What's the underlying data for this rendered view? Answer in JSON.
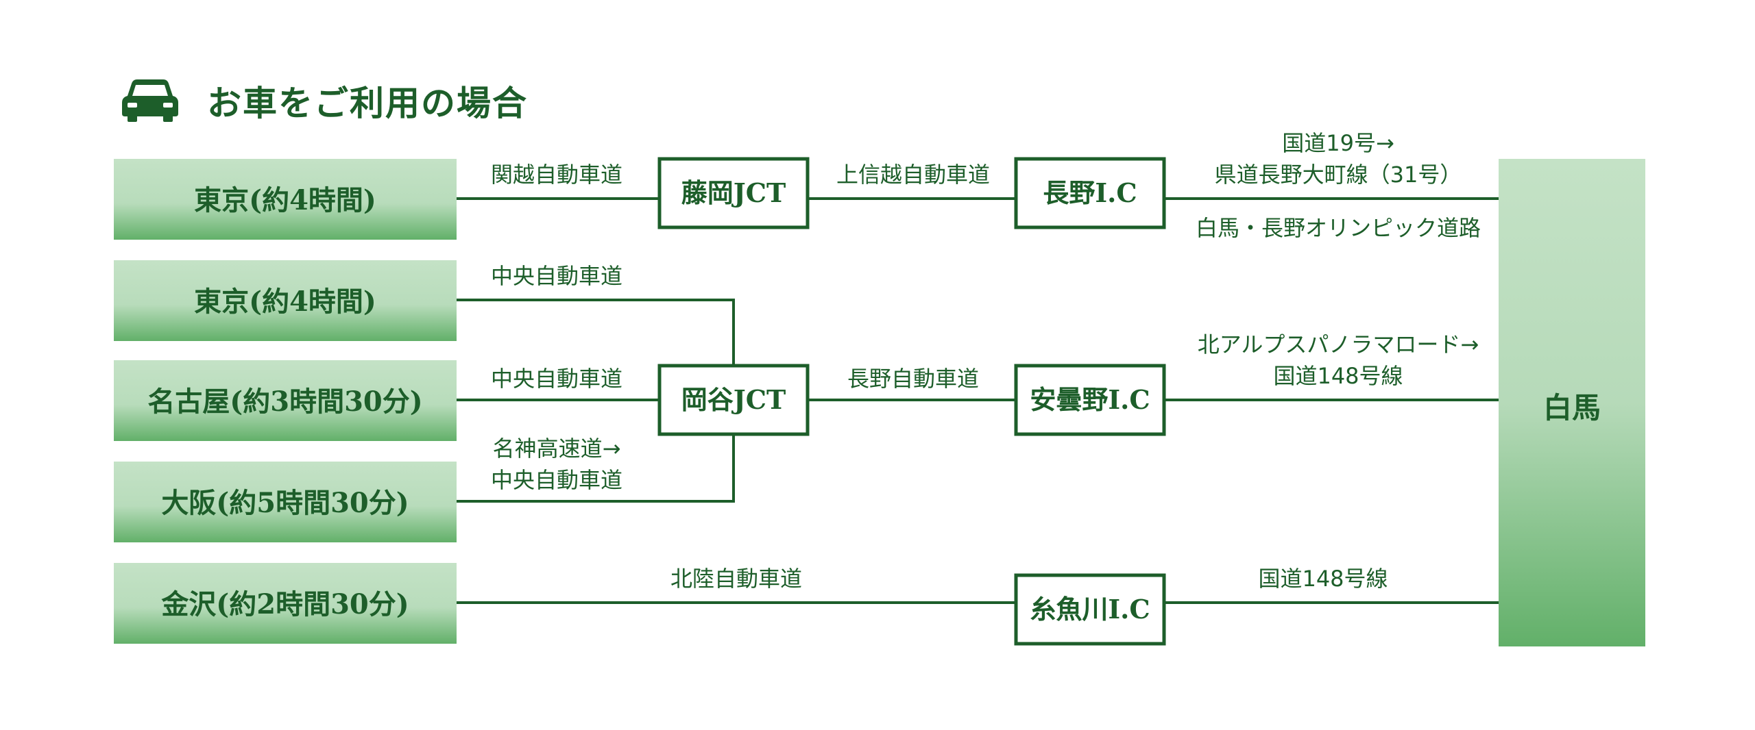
{
  "header": {
    "icon": "car-icon",
    "title": "お車をご利用の場合"
  },
  "colors": {
    "line": "#1d5e2a",
    "box_top": "#c4e2c6",
    "box_bottom": "#62b069",
    "text": "#1d5e2a"
  },
  "origins": [
    {
      "label": "東京(約4時間)"
    },
    {
      "label": "東京(約4時間)"
    },
    {
      "label": "名古屋(約3時間30分)"
    },
    {
      "label": "大阪(約5時間30分)"
    },
    {
      "label": "金沢(約2時間30分)"
    }
  ],
  "nodes": {
    "fujioka": "藤岡JCT",
    "okaya": "岡谷JCT",
    "nagano_ic": "長野I.C",
    "azumino_ic": "安曇野I.C",
    "itoigawa_ic": "糸魚川I.C"
  },
  "destination": "白馬",
  "routes": {
    "kanetsu": "関越自動車道",
    "joshinetsu": "上信越自動車道",
    "nagano_to_hakuba_line1": "国道19号→",
    "nagano_to_hakuba_line2": "県道長野大町線（31号）",
    "nagano_to_hakuba_line3": "白馬・長野オリンピック道路",
    "chuo_1": "中央自動車道",
    "chuo_2": "中央自動車道",
    "meishin_line1": "名神高速道→",
    "meishin_line2": "中央自動車道",
    "nagano_expressway": "長野自動車道",
    "azumino_to_hakuba_line1": "北アルプスパノラマロード→",
    "azumino_to_hakuba_line2": "国道148号線",
    "hokuriku": "北陸自動車道",
    "itoigawa_to_hakuba": "国道148号線"
  }
}
